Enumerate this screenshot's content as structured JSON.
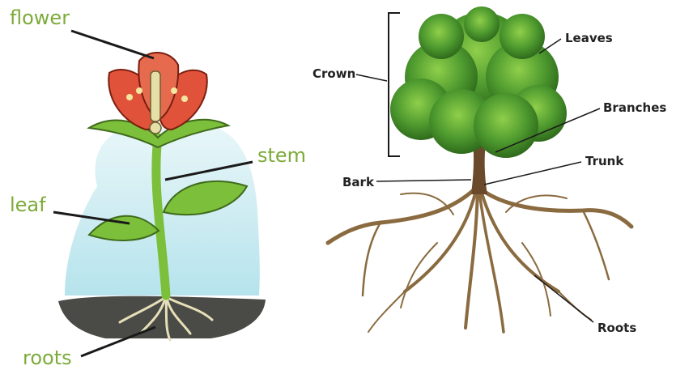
{
  "plant": {
    "labels": {
      "flower": "flower",
      "stem": "stem",
      "leaf": "leaf",
      "roots": "roots"
    },
    "colors": {
      "label": "#7cab3a",
      "petal": "#e0533a",
      "stem": "#7cbf3a",
      "soil": "#4a4a46",
      "sky": "#bfe7ee"
    }
  },
  "tree": {
    "labels": {
      "crown": "Crown",
      "leaves": "Leaves",
      "branches": "Branches",
      "trunk": "Trunk",
      "bark": "Bark",
      "roots": "Roots"
    },
    "colors": {
      "foliage": "#4e9a2f",
      "trunk": "#6b4a2b",
      "roots": "#8a6a3f"
    }
  }
}
